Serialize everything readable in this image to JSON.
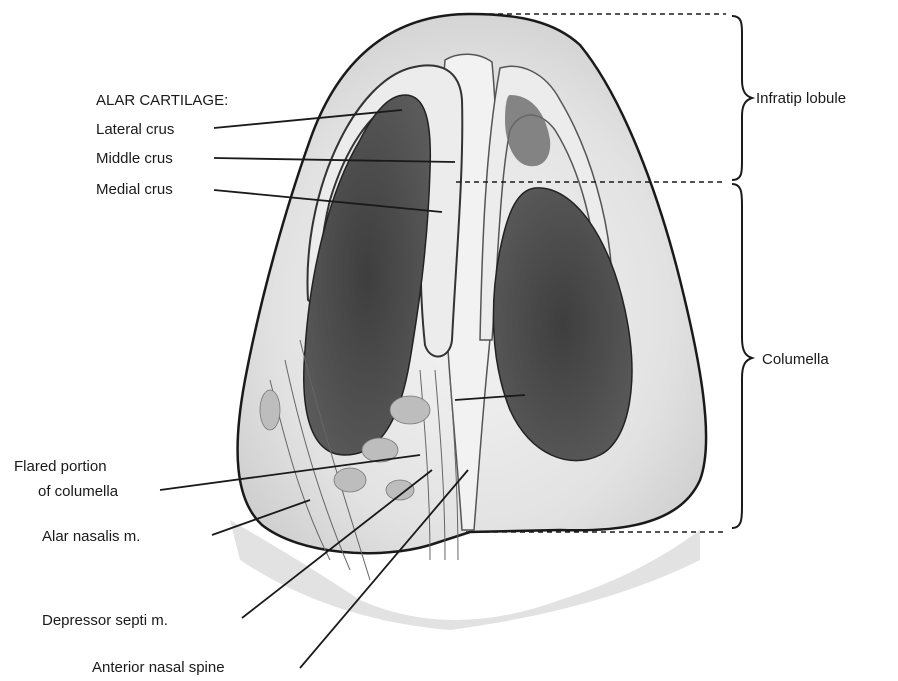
{
  "labels": {
    "heading": "ALAR CARTILAGE:",
    "lateral_crus": "Lateral crus",
    "middle_crus": "Middle crus",
    "medial_crus": "Medial crus",
    "flared_line1": "Flared portion",
    "flared_line2": "of columella",
    "alar_nasalis": "Alar nasalis m.",
    "depressor": "Depressor septi m.",
    "anterior_spine": "Anterior nasal spine",
    "infratip": "Infratip lobule",
    "columella": "Columella"
  },
  "colors": {
    "line": "#1a1a1a",
    "nostril": "#4a4a4a",
    "skin": "#e6e6e6"
  }
}
